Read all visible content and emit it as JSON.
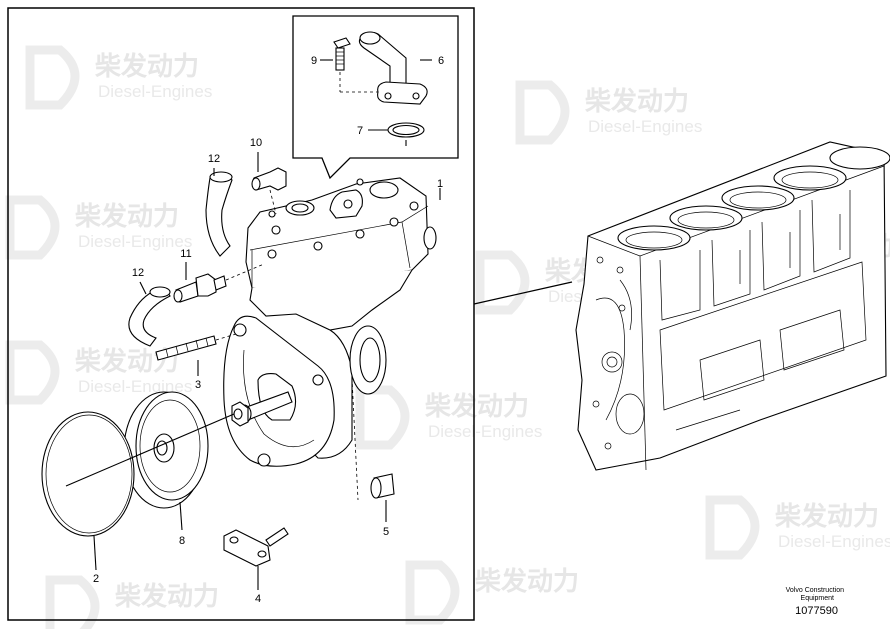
{
  "watermark": {
    "brand_cn": "柴发动力",
    "brand_en": "Diesel-Engines"
  },
  "callouts": {
    "c1": "1",
    "c2": "2",
    "c3": "3",
    "c4": "4",
    "c5": "5",
    "c6": "6",
    "c7": "7",
    "c8": "8",
    "c9": "9",
    "c10": "10",
    "c11": "11",
    "c12a": "12",
    "c12b": "12"
  },
  "reference": {
    "line1": "Volvo Construction",
    "line2": "Equipment",
    "number": "1077590"
  }
}
